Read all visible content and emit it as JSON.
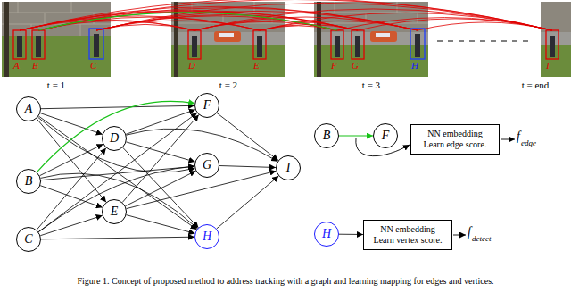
{
  "diagram": {
    "caption": "Figure 1. Concept of proposed method to address tracking with a graph and learning mapping for edges and vertices.",
    "nodes": [
      {
        "text": [
          "A"
        ]
      },
      {
        "text": [
          "B"
        ]
      },
      {
        "text": [
          "C"
        ]
      },
      {
        "text": [
          "D"
        ]
      },
      {
        "text": [
          "E"
        ]
      },
      {
        "text": [
          "F"
        ]
      },
      {
        "text": [
          "G"
        ]
      },
      {
        "text": [
          "H"
        ]
      },
      {
        "text": [
          "I"
        ]
      },
      {
        "text": [
          "B"
        ]
      },
      {
        "text": [
          "F"
        ]
      },
      {
        "text": [
          "NN embedding Learn edge score."
        ]
      },
      {
        "text": [
          "H"
        ]
      },
      {
        "text": [
          "NN embedding Learn vertex score."
        ]
      }
    ],
    "edges": [
      {
        "from": 0,
        "to": 3,
        "arrow": "to"
      },
      {
        "from": 0,
        "to": 4,
        "arrow": "to"
      },
      {
        "from": 1,
        "to": 3,
        "arrow": "to"
      },
      {
        "from": 1,
        "to": 4,
        "arrow": "to"
      },
      {
        "from": 2,
        "to": 3,
        "arrow": "to"
      },
      {
        "from": 2,
        "to": 4,
        "arrow": "to"
      },
      {
        "from": 0,
        "to": 5,
        "arrow": "to"
      },
      {
        "from": 0,
        "to": 6,
        "arrow": "to"
      },
      {
        "from": 0,
        "to": 7,
        "arrow": "to"
      },
      {
        "from": 1,
        "to": 5,
        "arrow": "to"
      },
      {
        "from": 1,
        "to": 6,
        "arrow": "to"
      },
      {
        "from": 1,
        "to": 7,
        "arrow": "to"
      },
      {
        "from": 2,
        "to": 5,
        "arrow": "to"
      },
      {
        "from": 2,
        "to": 6,
        "arrow": "to"
      },
      {
        "from": 2,
        "to": 7,
        "arrow": "to"
      },
      {
        "from": 3,
        "to": 5,
        "arrow": "to"
      },
      {
        "from": 3,
        "to": 6,
        "arrow": "to"
      },
      {
        "from": 3,
        "to": 7,
        "arrow": "to"
      },
      {
        "from": 4,
        "to": 5,
        "arrow": "to"
      },
      {
        "from": 4,
        "to": 6,
        "arrow": "to"
      },
      {
        "from": 4,
        "to": 7,
        "arrow": "to"
      },
      {
        "from": 3,
        "to": 8,
        "arrow": "to"
      },
      {
        "from": 4,
        "to": 8,
        "arrow": "to"
      },
      {
        "from": 5,
        "to": 8,
        "arrow": "to"
      },
      {
        "from": 6,
        "to": 8,
        "arrow": "to"
      },
      {
        "from": 7,
        "to": 8,
        "arrow": "to"
      },
      {
        "from": 9,
        "to": 10,
        "arrow": "to"
      },
      {
        "from": 12,
        "to": 13,
        "arrow": "to"
      }
    ],
    "labels": [
      "t = 1",
      "t = 2",
      "t = 3",
      "t = end",
      "A",
      "B",
      "C",
      "D",
      "E",
      "F",
      "G",
      "H",
      "I",
      "f",
      "edge",
      "f",
      "detect"
    ]
  }
}
